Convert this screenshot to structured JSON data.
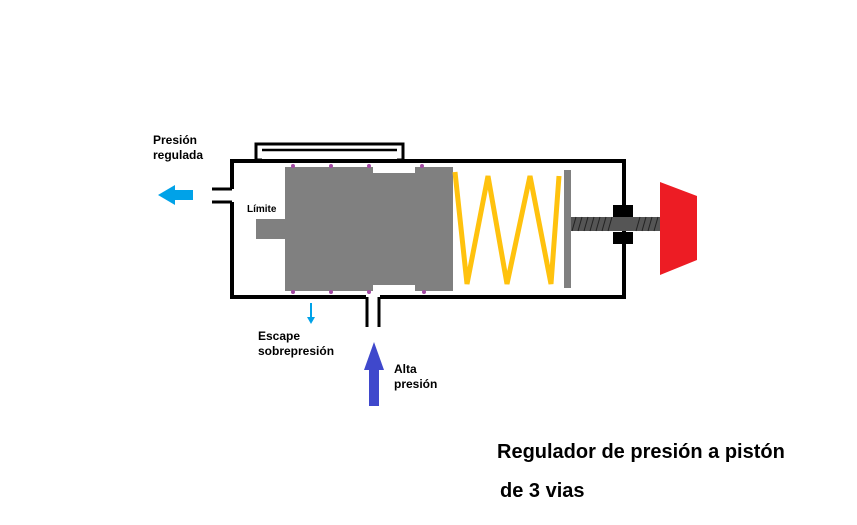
{
  "labels": {
    "regulated_pressure": [
      "Presión",
      "regulada"
    ],
    "limit": "Límite",
    "overpressure_exhaust": [
      "Escape",
      "sobrepresión"
    ],
    "high_pressure": [
      "Alta",
      "presión"
    ]
  },
  "title": {
    "line1": "Regulador de presión a pistón",
    "line2": "de 3 vias"
  },
  "colors": {
    "housing": "#000000",
    "piston": "#808080",
    "spring": "#ffc20e",
    "knob": "#ed1c24",
    "screw": "#555555",
    "seal_dots": "#a349a4",
    "outlet_arrow": "#00a2e8",
    "inlet_arrow": "#3f48cc"
  }
}
